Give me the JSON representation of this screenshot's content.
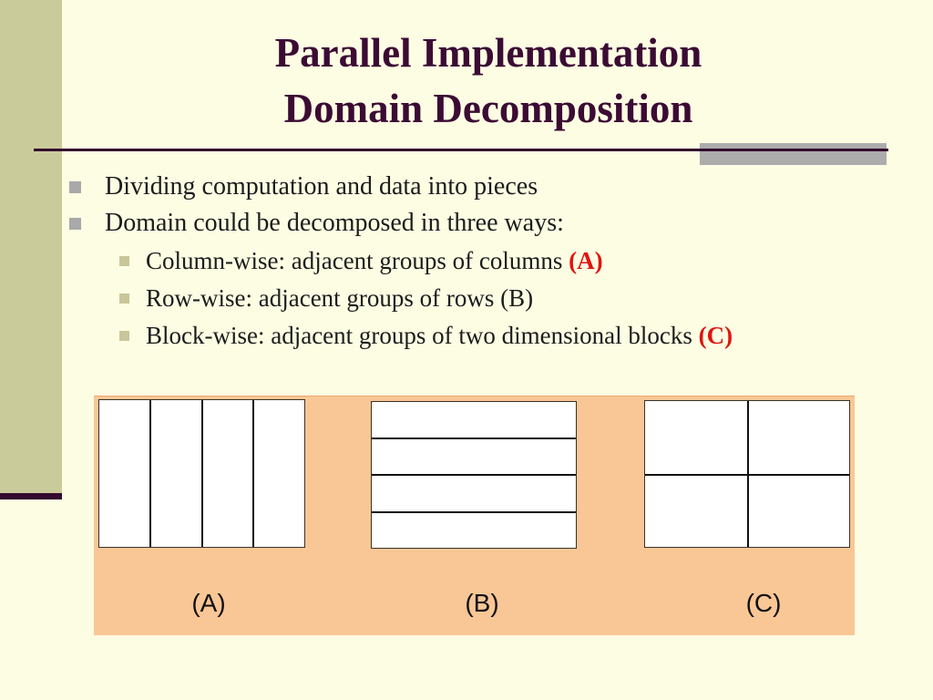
{
  "title": {
    "line1": "Parallel Implementation",
    "line2": "Domain Decomposition"
  },
  "bullets": [
    {
      "level": 1,
      "text": "Dividing computation and data into pieces"
    },
    {
      "level": 1,
      "text": "Domain could be decomposed in three ways:"
    },
    {
      "level": 2,
      "text": "Column-wise: adjacent groups of columns ",
      "suffix": "(A)"
    },
    {
      "level": 2,
      "text": "Row-wise: adjacent groups of rows (B)"
    },
    {
      "level": 2,
      "text": "Block-wise: adjacent groups of two dimensional blocks ",
      "suffix": "(C)"
    }
  ],
  "diagram": {
    "labels": [
      "(A)",
      "(B)",
      "(C)"
    ],
    "panels": [
      {
        "name": "column-wise",
        "divisions": "4 vertical columns"
      },
      {
        "name": "row-wise",
        "divisions": "4 horizontal rows"
      },
      {
        "name": "block-wise",
        "divisions": "2x2 blocks"
      }
    ]
  },
  "colors": {
    "background": "#FDFDE3",
    "sidebar": "#CACB9B",
    "accent": "#330A2E",
    "title": "#3B0B34",
    "grayrect": "#ACACAC",
    "panel": "#F9C795",
    "red": "#E0140E",
    "bullet1": "#A9A9A9",
    "bullet2": "#C8C69A"
  }
}
